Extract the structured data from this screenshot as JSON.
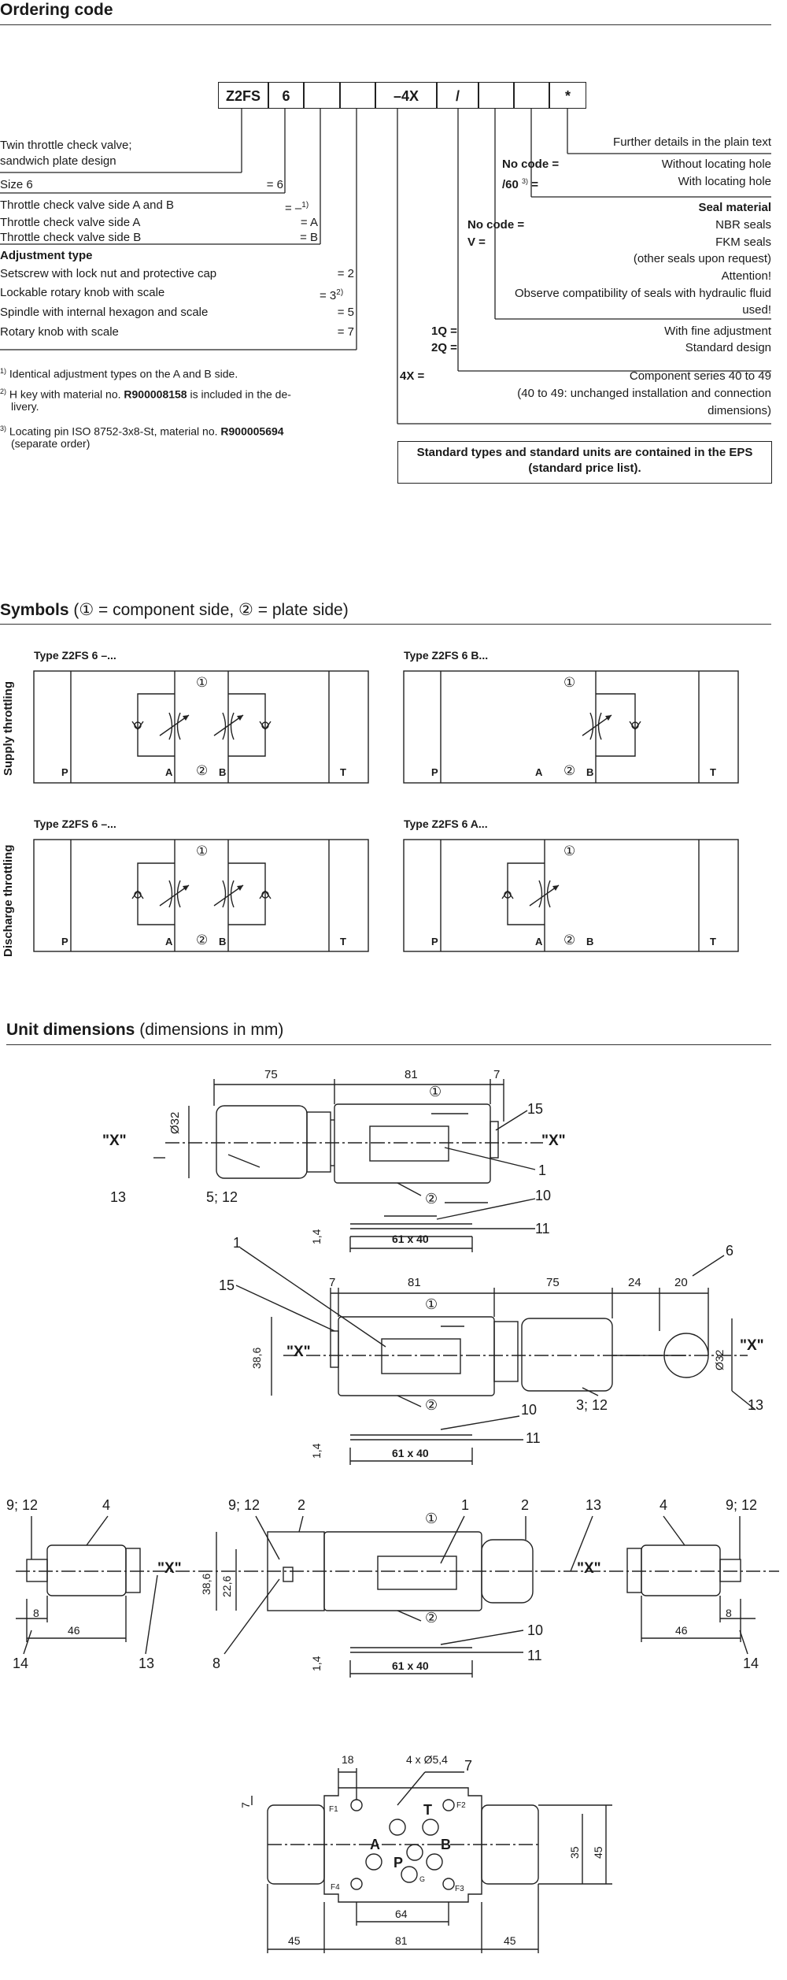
{
  "ordering": {
    "heading": "Ordering code",
    "code_cells": [
      "Z2FS",
      "6",
      "",
      "",
      "–4X",
      "/",
      "",
      "",
      "*"
    ],
    "left": {
      "desc1": "Twin throttle check valve;",
      "desc2": "sandwich plate design",
      "size_label": "Size 6",
      "size_value": "= 6",
      "ab_label": "Throttle check valve side A and B",
      "ab_value": "= –",
      "ab_sup": "1)",
      "a_label": "Throttle check valve side A",
      "a_value": "= A",
      "b_label": "Throttle check valve side B",
      "b_value": "= B",
      "adj_heading": "Adjustment type",
      "adj1_label": "Setscrew with lock nut and protective cap",
      "adj1_value": "= 2",
      "adj2_label": "Lockable rotary knob with scale",
      "adj2_value": "= 3",
      "adj2_sup": "2)",
      "adj3_label": "Spindle with internal hexagon and scale",
      "adj3_value": "= 5",
      "adj4_label": "Rotary knob with scale",
      "adj4_value": "= 7"
    },
    "footnotes": {
      "f1_mark": "1)",
      "f1": "Identical adjustment types on the A and B side.",
      "f2_mark": "2)",
      "f2_pre": "H key with material no. ",
      "f2_bold": "R900008158",
      "f2_post": " is included in the de-",
      "f2_line2": "livery.",
      "f3_mark": "3)",
      "f3_pre": "Locating pin ISO 8752-3x8-St, material no. ",
      "f3_bold": "R900005694",
      "f3_line2": "(separate order)"
    },
    "right": {
      "further": "Further details in the plain text",
      "nocode_label": "No code =",
      "nocode_value": "Without locating hole",
      "sixty_label": "/60",
      "sixty_sup": "3)",
      "sixty_eq": "=",
      "sixty_value": "With locating hole",
      "seal_heading": "Seal material",
      "seal_nocode_label": "No code =",
      "seal_nocode_value": "NBR seals",
      "seal_v_label": "V =",
      "seal_v_value": "FKM seals",
      "seal_other": "(other seals upon request)",
      "attention": "Attention!",
      "observe1": "Observe compatibility of seals with hydraulic fluid",
      "observe2": "used!",
      "q1_label": "1Q =",
      "q1_value": "With fine adjustment",
      "q2_label": "2Q =",
      "q2_value": "Standard design",
      "x4_label": "4X =",
      "x4_value": "Component series 40 to 49",
      "x4_note1": "(40 to 49: unchanged installation and connection",
      "x4_note2": "dimensions)"
    },
    "standard_note": "Standard types and standard units are contained in the EPS (standard price list)."
  },
  "symbols": {
    "heading": "Symbols",
    "heading_rest": "(① = component side, ② = plate side)",
    "row1_label": "Supply throttling",
    "row2_label": "Discharge throttling",
    "types": [
      "Type Z2FS 6 –...",
      "Type Z2FS 6 B...",
      "Type Z2FS 6 –...",
      "Type Z2FS 6 A..."
    ],
    "ports": [
      "P",
      "A",
      "B",
      "T"
    ],
    "marks": [
      "①",
      "②"
    ]
  },
  "dimensions": {
    "heading": "Unit dimensions",
    "heading_rest": "(dimensions in mm)",
    "view1": [
      "75",
      "81",
      "7",
      "Ø32",
      "15",
      "\"X\"",
      "\"X\"",
      "1",
      "13",
      "5; 12",
      "10",
      "11",
      "1,4",
      "61 x 40",
      "①",
      "②"
    ],
    "view2": [
      "1",
      "7",
      "81",
      "75",
      "24",
      "20",
      "6",
      "15",
      "\"X\"",
      "38,6",
      "Ø32",
      "\"X\"",
      "13",
      "3; 12",
      "10",
      "11",
      "1,4",
      "61 x 40",
      "①",
      "②"
    ],
    "view3": [
      "9; 12",
      "4",
      "9; 12",
      "2",
      "1",
      "2",
      "13",
      "4",
      "9; 12",
      "\"X\"",
      "38,6",
      "22,6",
      "\"X\"",
      "8",
      "46",
      "14",
      "13",
      "8",
      "10",
      "11",
      "1,4",
      "61 x 40",
      "46",
      "8",
      "14",
      "①",
      "②"
    ],
    "view4": [
      "18",
      "4 x Ø5,4",
      "7",
      "7",
      "F1",
      "F2",
      "T",
      "A",
      "P",
      "B",
      "F4",
      "F3",
      "G",
      "35",
      "45",
      "64",
      "45",
      "81",
      "45"
    ]
  }
}
